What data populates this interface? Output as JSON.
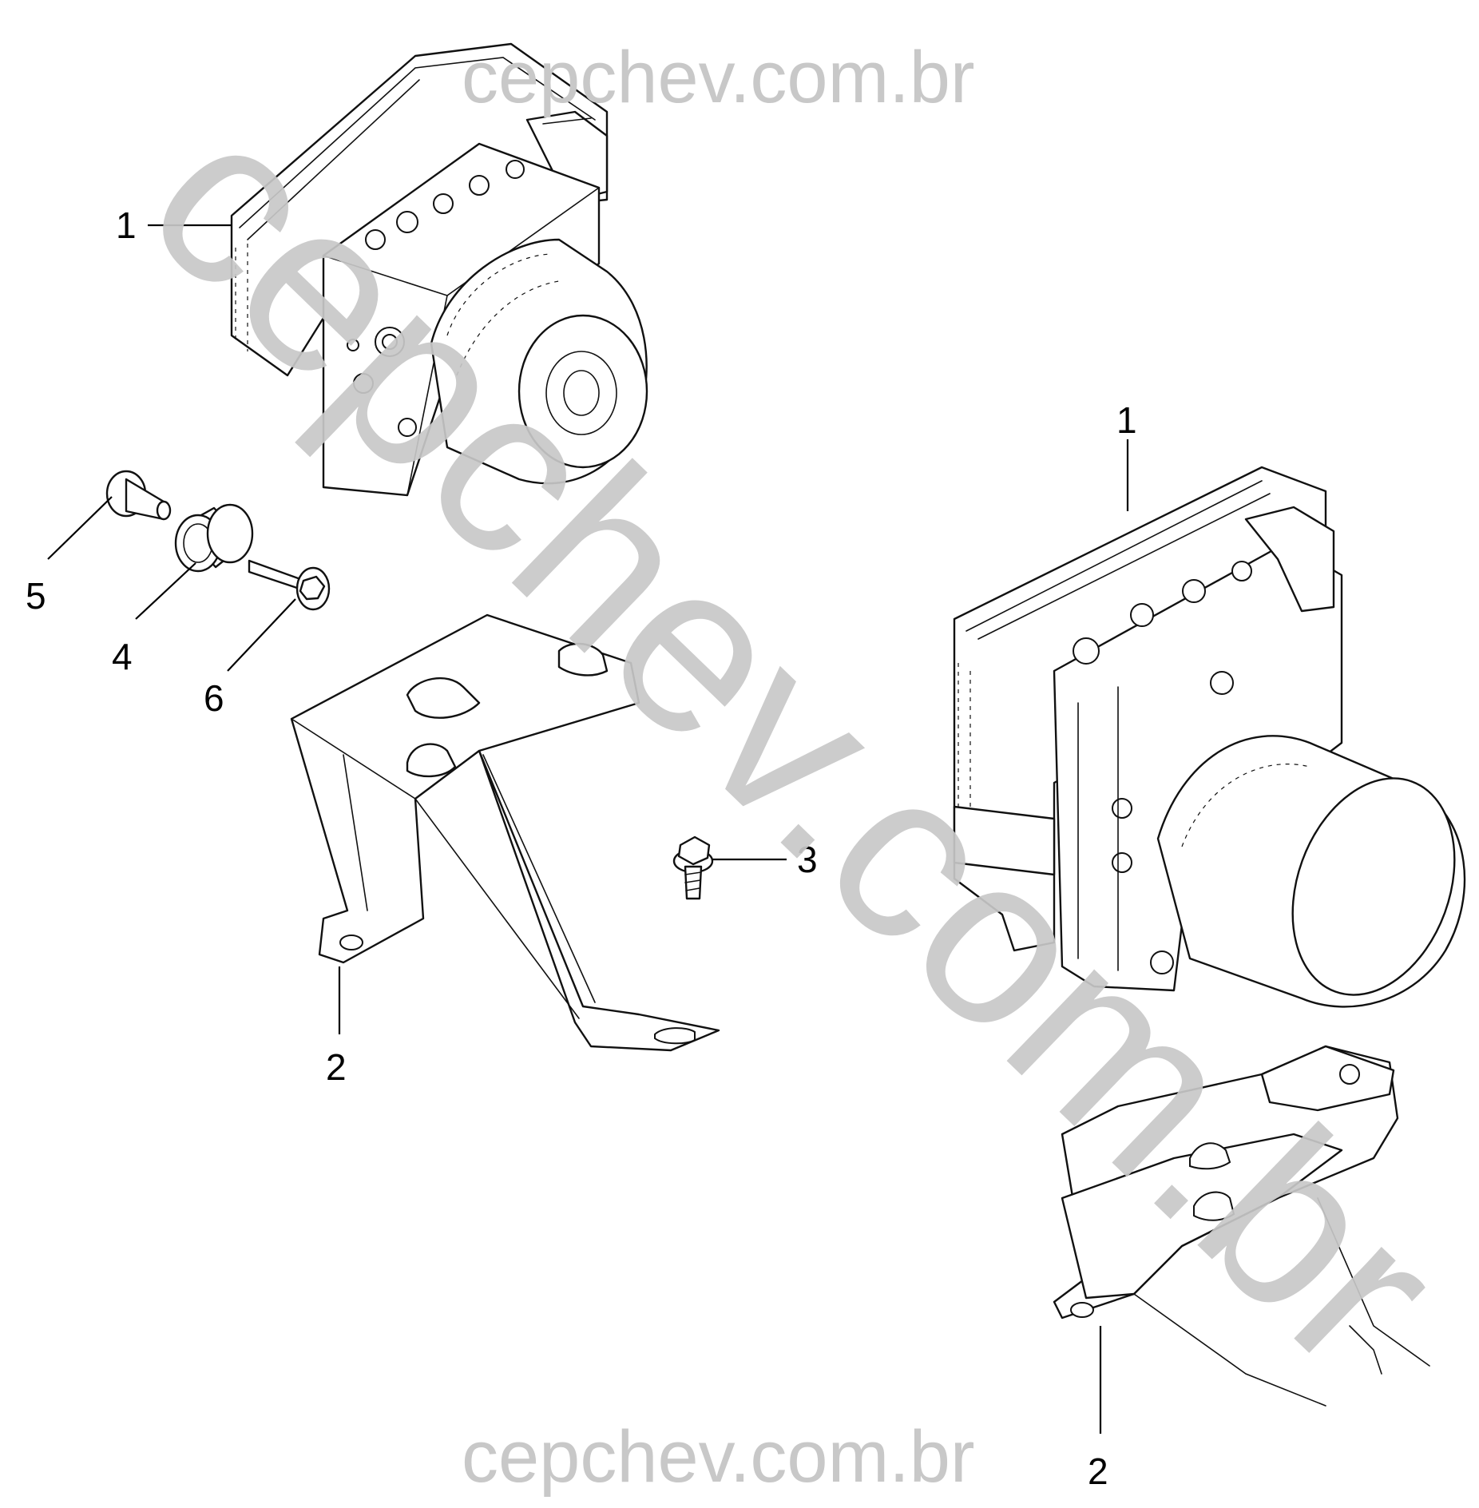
{
  "callouts": {
    "c1_top": "1",
    "c1_right": "1",
    "c2_left": "2",
    "c2_right": "2",
    "c3": "3",
    "c4": "4",
    "c5": "5",
    "c6": "6"
  },
  "watermarks": {
    "top": "cepchev.com.br",
    "bottom": "cepchev.com.br",
    "diagonal": "cepchev.com.br"
  },
  "colors": {
    "line": "#111111",
    "watermark": "#c8c8c8",
    "background": "#ffffff"
  }
}
